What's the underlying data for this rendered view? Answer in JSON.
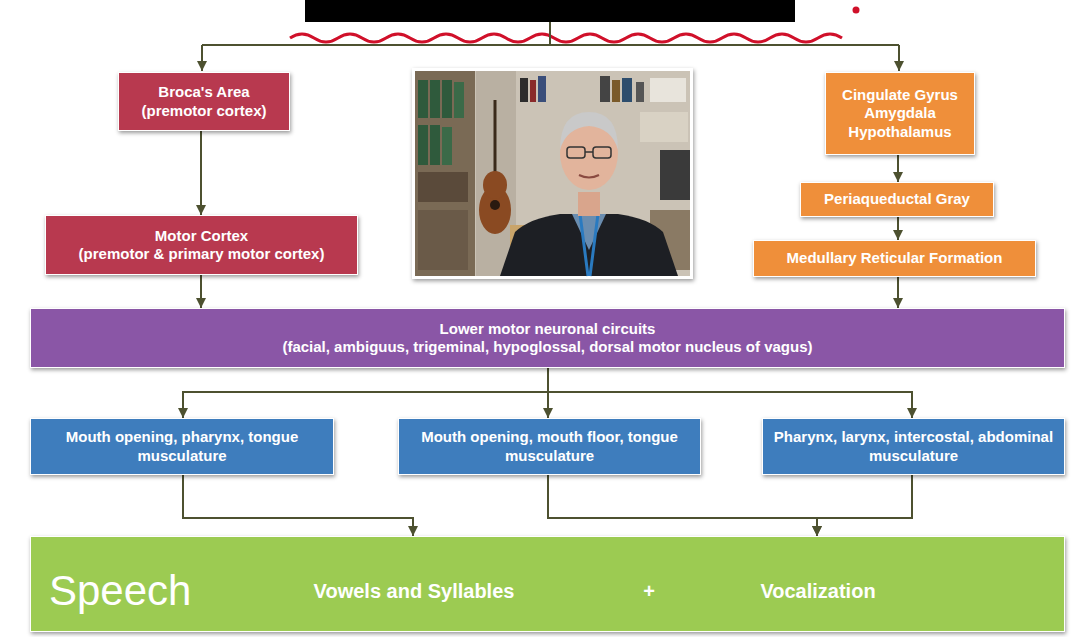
{
  "diagram": {
    "nodes": [
      {
        "text": [
          "Broca's Area",
          "(premotor cortex)"
        ]
      },
      {
        "text": [
          "Cingulate Gyrus",
          "Amygdala",
          "Hypothalamus"
        ]
      },
      {
        "text": [
          "Motor Cortex",
          "(premotor & primary motor cortex)"
        ]
      },
      {
        "text": [
          "Periaqueductal Gray"
        ]
      },
      {
        "text": [
          "Medullary Reticular Formation"
        ]
      },
      {
        "text": [
          "Lower motor neuronal circuits",
          "(facial, ambiguus, trigeminal, hypoglossal, dorsal motor nucleus of vagus)"
        ]
      },
      {
        "text": [
          "Mouth opening, pharynx, tongue musculature"
        ]
      },
      {
        "text": [
          "Mouth opening, mouth floor, tongue musculature"
        ]
      },
      {
        "text": [
          "Pharynx, larynx, intercostal, abdominal musculature"
        ]
      },
      {
        "text": [
          "Speech",
          "Vowels and Syllables",
          "+",
          "Vocalization"
        ]
      }
    ],
    "edges": [
      {
        "from": 0,
        "to": 2,
        "arrow": "to"
      },
      {
        "from": 1,
        "to": 3,
        "arrow": "to"
      },
      {
        "from": 3,
        "to": 4,
        "arrow": "to"
      },
      {
        "from": 2,
        "to": 5,
        "arrow": "to"
      },
      {
        "from": 4,
        "to": 5,
        "arrow": "to"
      },
      {
        "from": 5,
        "to": 6,
        "arrow": "to"
      },
      {
        "from": 5,
        "to": 7,
        "arrow": "to"
      },
      {
        "from": 5,
        "to": 8,
        "arrow": "to"
      },
      {
        "from": 6,
        "to": 9,
        "arrow": "to"
      },
      {
        "from": 7,
        "to": 9,
        "arrow": "to"
      },
      {
        "from": 8,
        "to": 9,
        "arrow": "to"
      }
    ]
  }
}
